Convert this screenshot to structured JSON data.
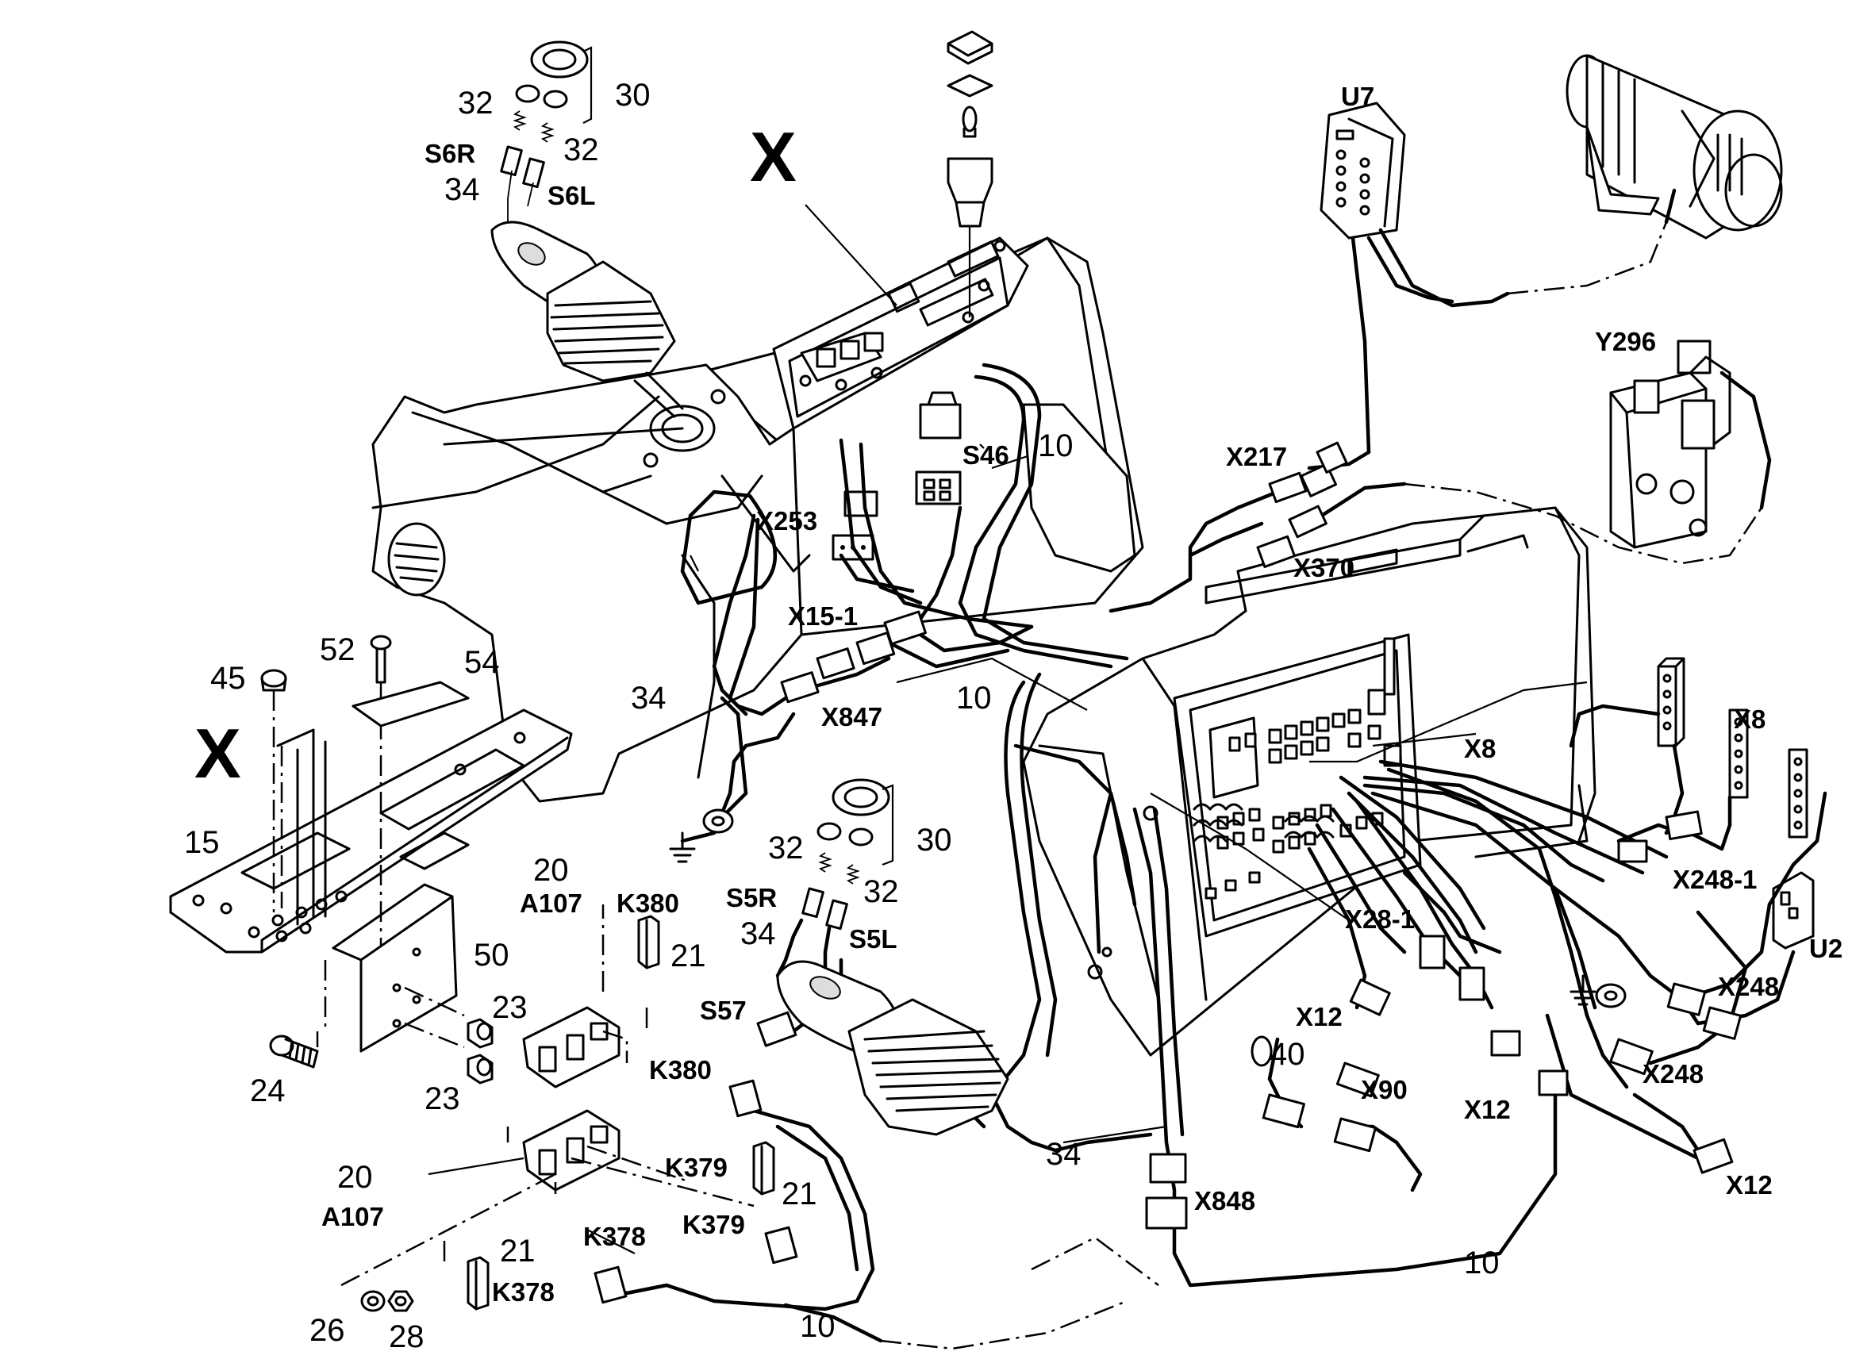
{
  "labels": {
    "x_top": "X",
    "x_left": "X",
    "n30_top": "30",
    "n32_top_left": "32",
    "n32_top_right": "32",
    "s6r": "S6R",
    "n34_top": "34",
    "s6l": "S6L",
    "u7": "U7",
    "y296": "Y296",
    "n10_upper": "10",
    "s46": "S46",
    "x217": "X217",
    "x253": "X253",
    "x370": "X370",
    "x15_1": "X15-1",
    "n52": "52",
    "n54": "54",
    "n45": "45",
    "n34_left": "34",
    "x847": "X847",
    "n10_mid": "10",
    "x8_right": "X8",
    "x8_mid": "X8",
    "n15": "15",
    "n30_mid": "30",
    "n32_mid_left": "32",
    "n32_mid_right": "32",
    "s5r": "S5R",
    "n34_mid": "34",
    "s5l": "S5L",
    "n20_top": "20",
    "a107_top": "A107",
    "k380_top": "K380",
    "n21_top": "21",
    "n50": "50",
    "x248_1": "X248-1",
    "x28_1": "X28-1",
    "u2": "U2",
    "n23_top": "23",
    "s57": "S57",
    "x12_mid": "X12",
    "x248_a": "X248",
    "x248_b": "X248",
    "n40": "40",
    "n24": "24",
    "k380_mid": "K380",
    "x90": "X90",
    "x12_b": "X12",
    "n23_bot": "23",
    "n34_bot": "34",
    "n20_bot": "20",
    "a107_bot": "A107",
    "k379_top": "K379",
    "n21_mid": "21",
    "x848": "X848",
    "x12_c": "X12",
    "k378_top": "K378",
    "k379_bot": "K379",
    "n21_bot": "21",
    "k378_bot": "K378",
    "n10_bot_right": "10",
    "n26": "26",
    "n28": "28",
    "n10_bot": "10"
  }
}
